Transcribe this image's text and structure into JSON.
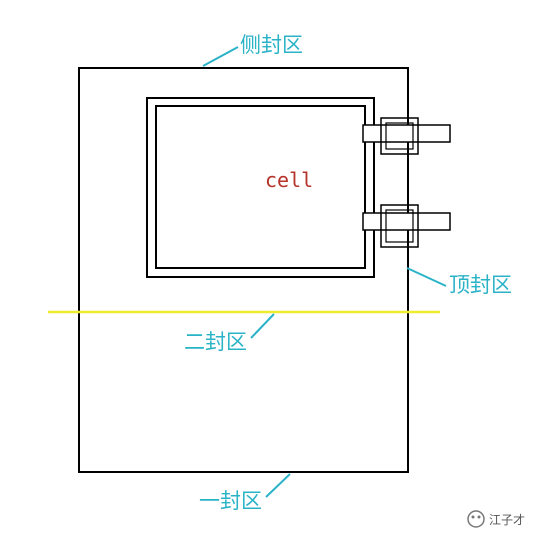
{
  "labels": {
    "side_seal": "侧封区",
    "top_seal": "顶封区",
    "secondary_seal": "二封区",
    "primary_seal": "一封区",
    "cell": "cell"
  },
  "watermark": "江子才",
  "colors": {
    "outline": "#000000",
    "label": "#2ab3c7",
    "cell_text": "#b5332a",
    "divider": "#f2ea2c",
    "leader": "#2ab3c7"
  }
}
